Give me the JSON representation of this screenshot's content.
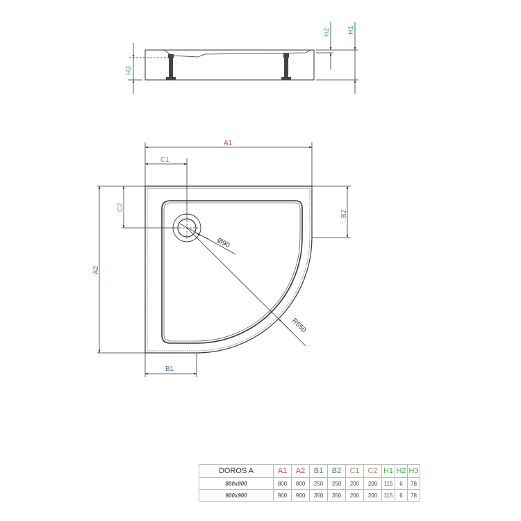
{
  "drawing": {
    "side_view": {
      "labels": {
        "h1": "H1",
        "h2": "H2",
        "h3": "H3"
      }
    },
    "top_view": {
      "labels": {
        "a1": "A1",
        "a2": "A2",
        "b1": "B1",
        "b2": "B2",
        "c1": "C1",
        "c2": "C2",
        "drain_diameter": "Ø90",
        "radius": "R550"
      }
    }
  },
  "colors": {
    "a_dims": "#c0504d",
    "b_dims": "#4f6fa8",
    "c_dims": "#b08060",
    "h_dims": "#3fae49",
    "lines": "#333333"
  },
  "spec_table": {
    "title": "DOROS A",
    "columns": [
      "A1",
      "A2",
      "B1",
      "B2",
      "C1",
      "C2",
      "H1",
      "H2",
      "H3"
    ],
    "rows": [
      {
        "size": "800x800",
        "values": [
          "800",
          "800",
          "250",
          "250",
          "200",
          "200",
          "115",
          "6",
          "78"
        ]
      },
      {
        "size": "900x900",
        "values": [
          "900",
          "900",
          "350",
          "350",
          "200",
          "200",
          "115",
          "6",
          "78"
        ]
      }
    ]
  }
}
